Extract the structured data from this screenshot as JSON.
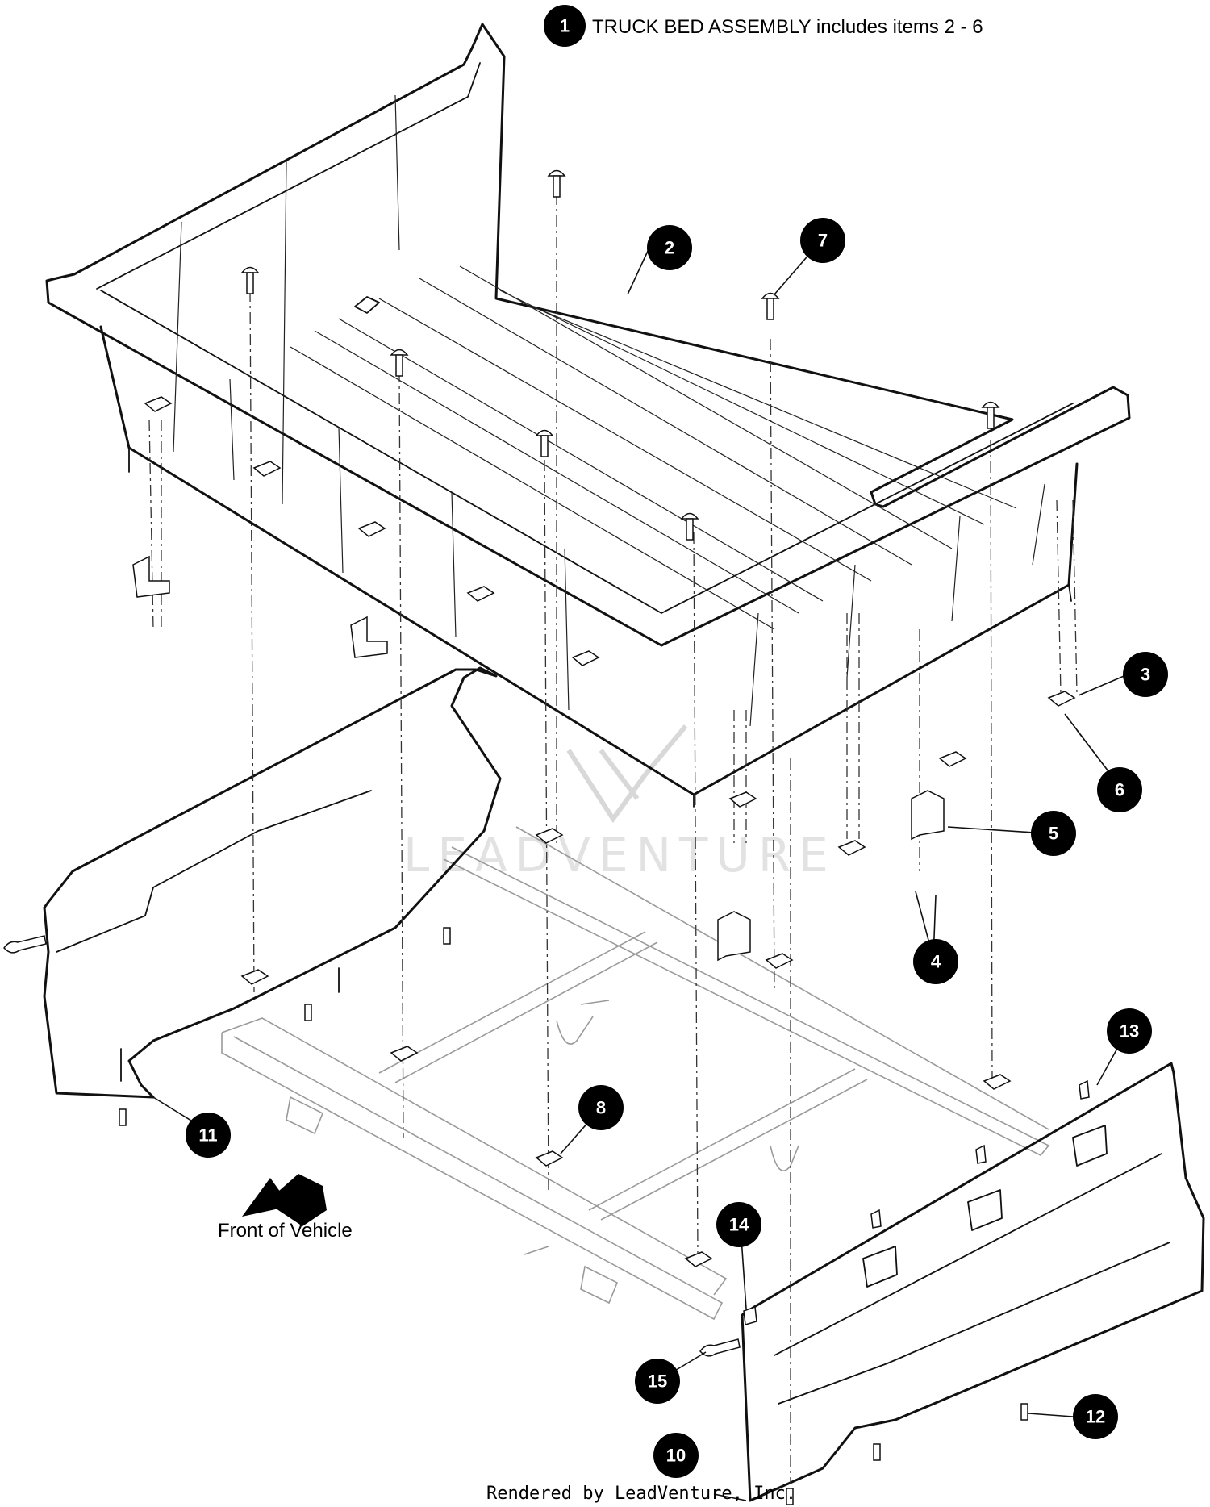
{
  "title": "TRUCK BED ASSEMBLY includes items 2 - 6",
  "title_callout": "1",
  "direction_label": "Front of Vehicle",
  "credit": "Rendered by LeadVenture, Inc.",
  "watermark": "LEADVENTURE",
  "callouts": [
    "2",
    "3",
    "4",
    "5",
    "6",
    "7",
    "8",
    "10",
    "11",
    "12",
    "13",
    "14",
    "15"
  ]
}
